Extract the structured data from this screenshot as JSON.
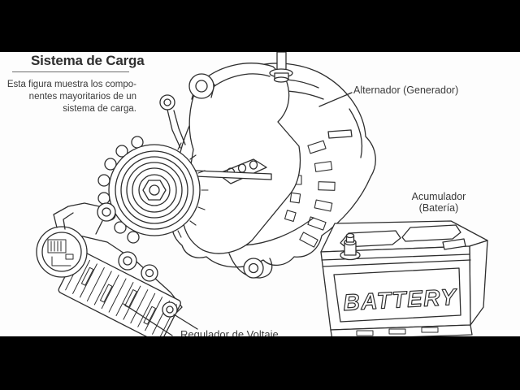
{
  "header": {
    "title": "Sistema de Carga",
    "intro_lines": [
      "Esta figura muestra los compo-",
      "nentes mayoritarios de un",
      "sistema de carga."
    ]
  },
  "labels": {
    "alternator": "Alternador (Generador)",
    "battery_line1": "Acumulador",
    "battery_line2": "(Batería)",
    "regulator": "Regulador de Voltaje",
    "battery_embossed": "BATTERY"
  },
  "colors": {
    "letterbox": "#000000",
    "canvas": "#fdfdfd",
    "ink": "#2e2e2e",
    "text": "#3a3a3a"
  }
}
